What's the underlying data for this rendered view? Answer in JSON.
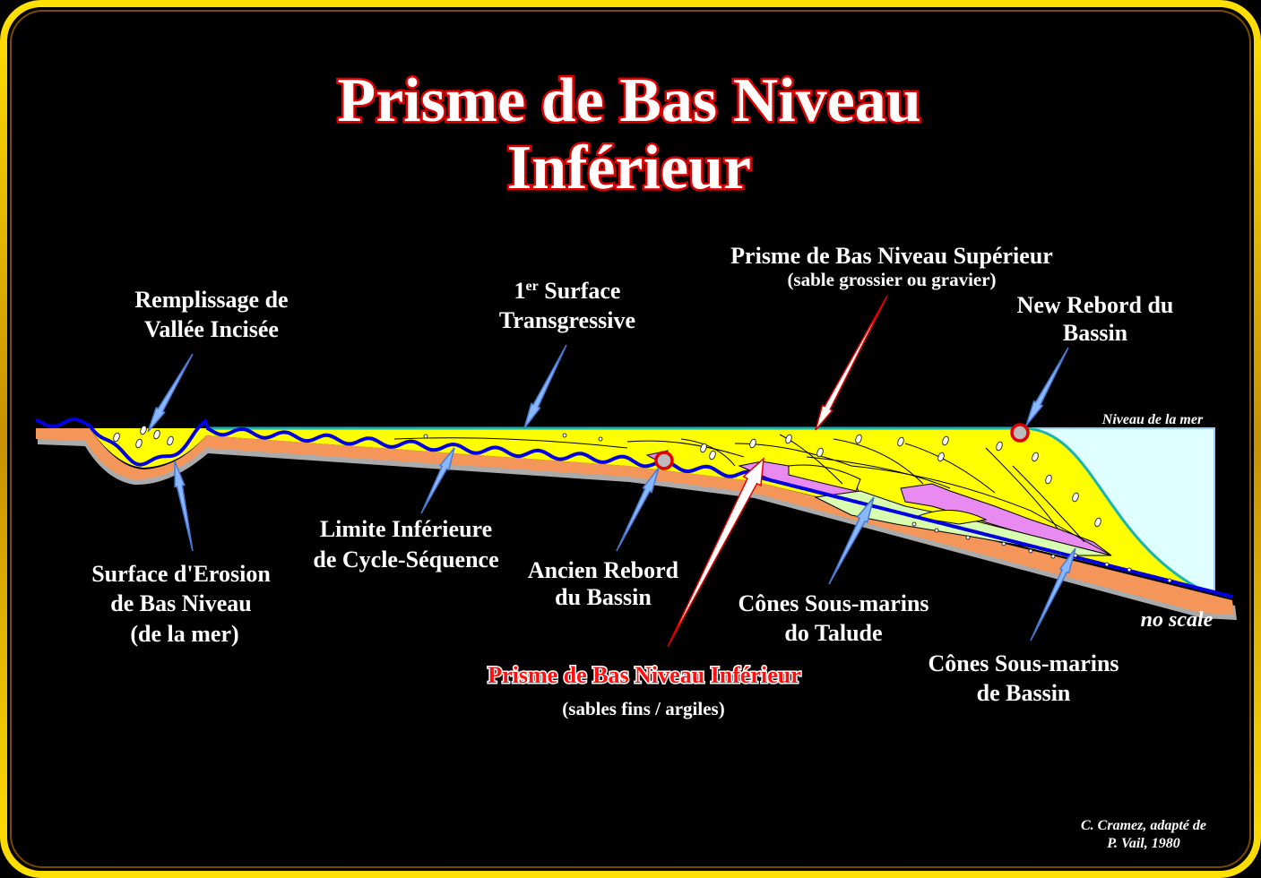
{
  "title": {
    "line1": "Prisme de Bas Niveau",
    "line2": "Inférieur"
  },
  "labels": {
    "remplissage": {
      "line1": "Remplissage de",
      "line2": "Vallée Incisée"
    },
    "surface_transgressive": {
      "prefix": "1",
      "sup": "er",
      "line1_rest": " Surface",
      "line2": "Transgressive"
    },
    "prisme_superieur": {
      "line1": "Prisme de Bas Niveau Supérieur",
      "line2": "(sable grossier ou gravier)"
    },
    "new_rebord": {
      "line1": "New Rebord du",
      "line2": "Bassin"
    },
    "niveau_mer": "Niveau de la mer",
    "limite_inferieure": {
      "line1": "Limite Inférieure",
      "line2": "de Cycle-Séquence"
    },
    "surface_erosion": {
      "line1": "Surface d'Erosion",
      "line2": "de Bas Niveau",
      "line3": "(de la mer)"
    },
    "ancien_rebord": {
      "line1": "Ancien Rebord",
      "line2": "du Bassin"
    },
    "cones_talude": {
      "line1": "Cônes Sous-marins",
      "line2": "do Talude"
    },
    "cones_bassin": {
      "line1": "Cônes Sous-marins",
      "line2": "de Bassin"
    },
    "no_scale": "no scale",
    "prisme_inferieur": {
      "line1": "Prisme de Bas Niveau Inférieur",
      "line2": "(sables fins / argiles)"
    }
  },
  "credit": {
    "line1": "C. Cramez, adapté de",
    "line2": "P. Vail, 1980"
  },
  "colors": {
    "frame": "#f2c200",
    "sand": "#ffff00",
    "substrate": "#f4955a",
    "erosion": "#0000e0",
    "sea": "#e0ffff",
    "fan_pink": "#e88af0",
    "fan_green": "#d8ffb0",
    "arrow": "#8ab8ff",
    "title_outline": "#e00000"
  }
}
